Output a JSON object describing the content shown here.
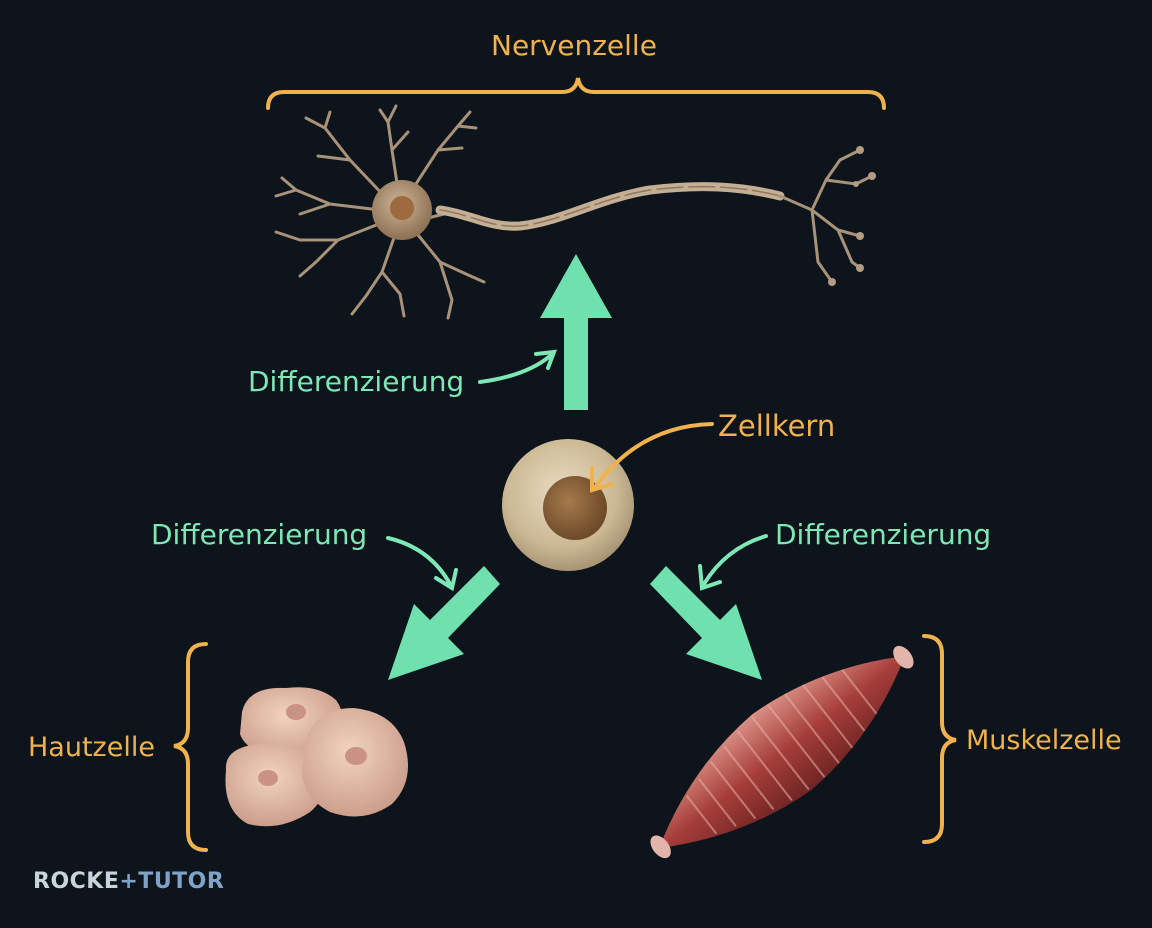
{
  "labels": {
    "nervenzelle": "Nervenzelle",
    "zellkern": "Zellkern",
    "diff_top": "Differenzierung",
    "diff_left": "Differenzierung",
    "diff_right": "Differenzierung",
    "hautzelle": "Hautzelle",
    "muskelzelle": "Muskelzelle"
  },
  "logo": {
    "part1": "ROCKE",
    "part2": "+TUTOR"
  },
  "colors": {
    "background": "#0d141b",
    "label_orange": "#f0b24c",
    "arrow_green": "#6fe0ae",
    "text_green": "#7ee7b6"
  }
}
